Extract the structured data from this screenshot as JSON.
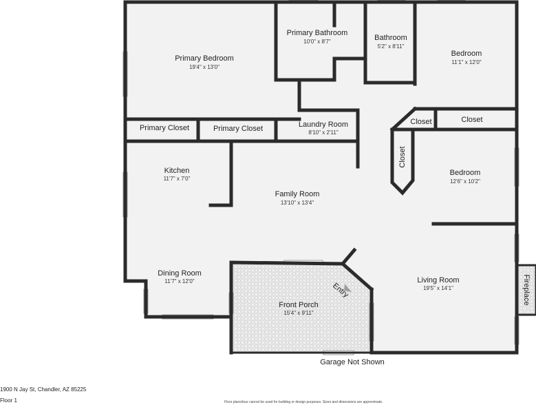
{
  "rooms": {
    "primary_bedroom": {
      "name": "Primary Bedroom",
      "dims": "19'4\" x 13'0\""
    },
    "primary_bathroom": {
      "name": "Primary Bathroom",
      "dims": "10'0\" x 8'7\""
    },
    "bathroom": {
      "name": "Bathroom",
      "dims": "5'2\" x 8'11\""
    },
    "bedroom_1": {
      "name": "Bedroom",
      "dims": "11'1\" x 12'0\""
    },
    "primary_closet_1": {
      "name": "Primary Closet"
    },
    "primary_closet_2": {
      "name": "Primary Closet"
    },
    "laundry_room": {
      "name": "Laundry Room",
      "dims": "8'10\" x 2'11\""
    },
    "closet_1": {
      "name": "Closet"
    },
    "closet_2": {
      "name": "Closet"
    },
    "closet_3": {
      "name": "Closet"
    },
    "kitchen": {
      "name": "Kitchen",
      "dims": "11'7\" x 7'0\""
    },
    "family_room": {
      "name": "Family Room",
      "dims": "13'10\" x 13'4\""
    },
    "bedroom_2": {
      "name": "Bedroom",
      "dims": "12'6\" x 10'2\""
    },
    "dining_room": {
      "name": "Dining Room",
      "dims": "11'7\" x 12'0\""
    },
    "front_porch": {
      "name": "Front Porch",
      "dims": "15'4\" x 9'11\""
    },
    "living_room": {
      "name": "Living Room",
      "dims": "19'5\" x 14'1\""
    },
    "fireplace": {
      "name": "Fireplace"
    }
  },
  "entry_label": "Entry",
  "garage_note": "Garage Not Shown",
  "address": "1900 N Jay St, Chandler, AZ 85225",
  "floor": "Floor 1",
  "disclaimer": "Floor plans/tour cannot be used for building or design purposes. Sizes and dimensions are approximate."
}
